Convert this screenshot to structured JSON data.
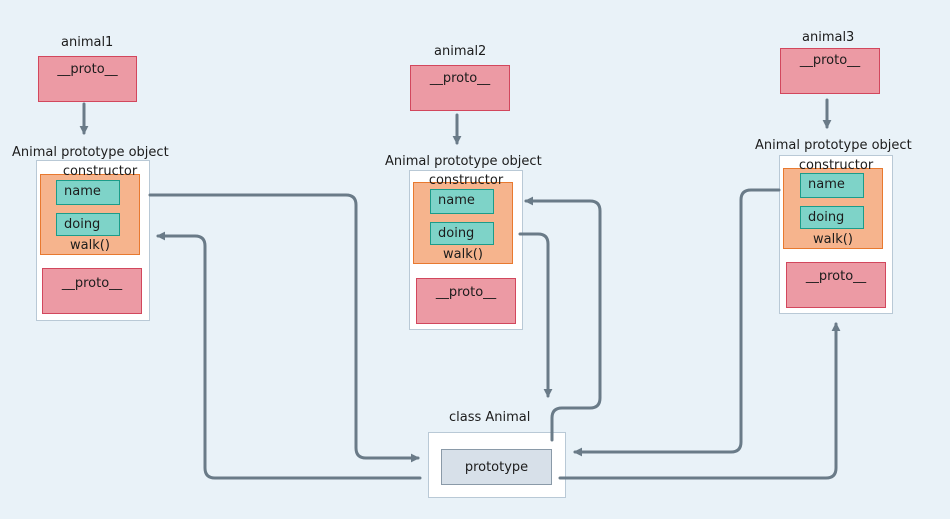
{
  "objects": [
    {
      "name": "animal1",
      "proto_label": "__proto__",
      "prototype_object_title": "Animal prototype object",
      "constructor_label": "constructor",
      "fields": [
        "name",
        "doing"
      ],
      "method": "walk()",
      "inner_proto_label": "__proto__"
    },
    {
      "name": "animal2",
      "proto_label": "__proto__",
      "prototype_object_title": "Animal prototype object",
      "constructor_label": "constructor",
      "fields": [
        "name",
        "doing"
      ],
      "method": "walk()",
      "inner_proto_label": "__proto__"
    },
    {
      "name": "animal3",
      "proto_label": "__proto__",
      "prototype_object_title": "Animal prototype object",
      "constructor_label": "constructor",
      "fields": [
        "name",
        "doing"
      ],
      "method": "walk()",
      "inner_proto_label": "__proto__"
    }
  ],
  "class_box": {
    "title": "class Animal",
    "prototype_label": "prototype"
  },
  "colors": {
    "background": "#e9f2f8",
    "proto_fill": "#ec9aa4",
    "proto_border": "#d2475d",
    "constructor_fill": "#f6b48d",
    "constructor_border": "#e8792f",
    "field_fill": "#7ed3c8",
    "field_border": "#1b9c8a",
    "arrow": "#6a7b88"
  }
}
